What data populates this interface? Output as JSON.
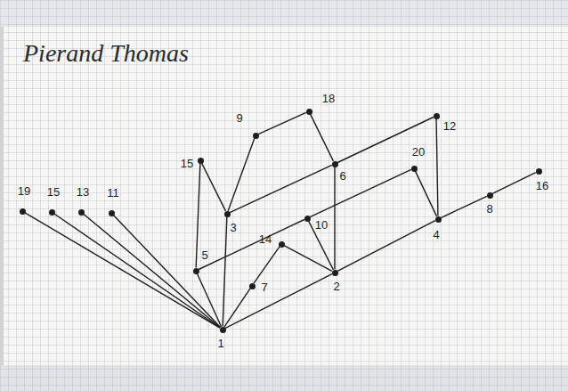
{
  "diagram": {
    "title": "Pierand Thomas",
    "nodes": [
      {
        "text": [
          "18"
        ]
      },
      {
        "text": [
          "12"
        ]
      },
      {
        "text": [
          "9"
        ]
      },
      {
        "text": [
          "15"
        ]
      },
      {
        "text": [
          "6"
        ]
      },
      {
        "text": [
          "20"
        ]
      },
      {
        "text": [
          "16"
        ]
      },
      {
        "text": [
          "8"
        ]
      },
      {
        "text": [
          "19"
        ]
      },
      {
        "text": [
          "15"
        ]
      },
      {
        "text": [
          "13"
        ]
      },
      {
        "text": [
          "11"
        ]
      },
      {
        "text": [
          "3"
        ]
      },
      {
        "text": [
          "10"
        ]
      },
      {
        "text": [
          "4"
        ]
      },
      {
        "text": [
          "14"
        ]
      },
      {
        "text": [
          "5"
        ]
      },
      {
        "text": [
          "2"
        ]
      },
      {
        "text": [
          "7"
        ]
      },
      {
        "text": [
          "1"
        ]
      }
    ],
    "edges": [
      {
        "from": 19,
        "to": 8,
        "arrow": "none"
      },
      {
        "from": 19,
        "to": 9,
        "arrow": "none"
      },
      {
        "from": 19,
        "to": 10,
        "arrow": "none"
      },
      {
        "from": 19,
        "to": 11,
        "arrow": "none"
      },
      {
        "from": 19,
        "to": 16,
        "arrow": "none"
      },
      {
        "from": 19,
        "to": 12,
        "arrow": "none"
      },
      {
        "from": 19,
        "to": 18,
        "arrow": "none"
      },
      {
        "from": 19,
        "to": 17,
        "arrow": "none"
      },
      {
        "from": 16,
        "to": 3,
        "arrow": "none"
      },
      {
        "from": 3,
        "to": 12,
        "arrow": "none"
      },
      {
        "from": 12,
        "to": 2,
        "arrow": "none"
      },
      {
        "from": 2,
        "to": 0,
        "arrow": "none"
      },
      {
        "from": 0,
        "to": 4,
        "arrow": "none"
      },
      {
        "from": 12,
        "to": 4,
        "arrow": "none"
      },
      {
        "from": 4,
        "to": 1,
        "arrow": "none"
      },
      {
        "from": 1,
        "to": 14,
        "arrow": "none"
      },
      {
        "from": 4,
        "to": 17,
        "arrow": "none"
      },
      {
        "from": 16,
        "to": 13,
        "arrow": "none"
      },
      {
        "from": 13,
        "to": 5,
        "arrow": "none"
      },
      {
        "from": 5,
        "to": 14,
        "arrow": "none"
      },
      {
        "from": 13,
        "to": 17,
        "arrow": "none"
      },
      {
        "from": 18,
        "to": 15,
        "arrow": "none"
      },
      {
        "from": 15,
        "to": 17,
        "arrow": "none"
      },
      {
        "from": 17,
        "to": 14,
        "arrow": "none"
      },
      {
        "from": 14,
        "to": 7,
        "arrow": "none"
      },
      {
        "from": 7,
        "to": 6,
        "arrow": "none"
      }
    ]
  }
}
